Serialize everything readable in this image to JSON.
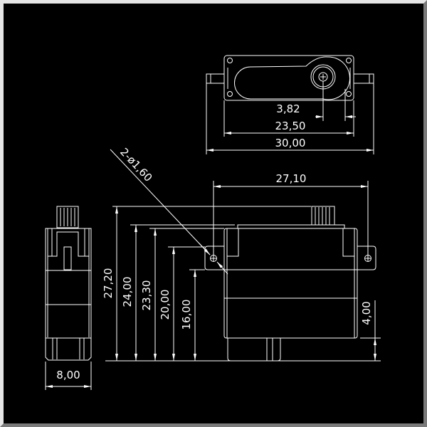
{
  "drawing": {
    "title": "Servo dimension drawing",
    "top_view": {
      "dim_horn_offset": "3,82",
      "dim_body_length": "23,50",
      "dim_tab_length": "30,00"
    },
    "front_view": {
      "dim_hole_spacing": "27,10",
      "hole_note": "2-ø1,60",
      "dim_total_height": "27,20",
      "dim_cap_height": "24,00",
      "dim_body_height": "23,30",
      "dim_tab_top": "20,00",
      "dim_tab_bottom": "16,00",
      "dim_bottom_stub": "4,00"
    },
    "side_view": {
      "dim_width": "8,00"
    },
    "colors": {
      "background": "#000000",
      "lines": "#ffffff",
      "frame_light": "#e6e6e6",
      "frame_dark": "#7a7a7a"
    }
  }
}
